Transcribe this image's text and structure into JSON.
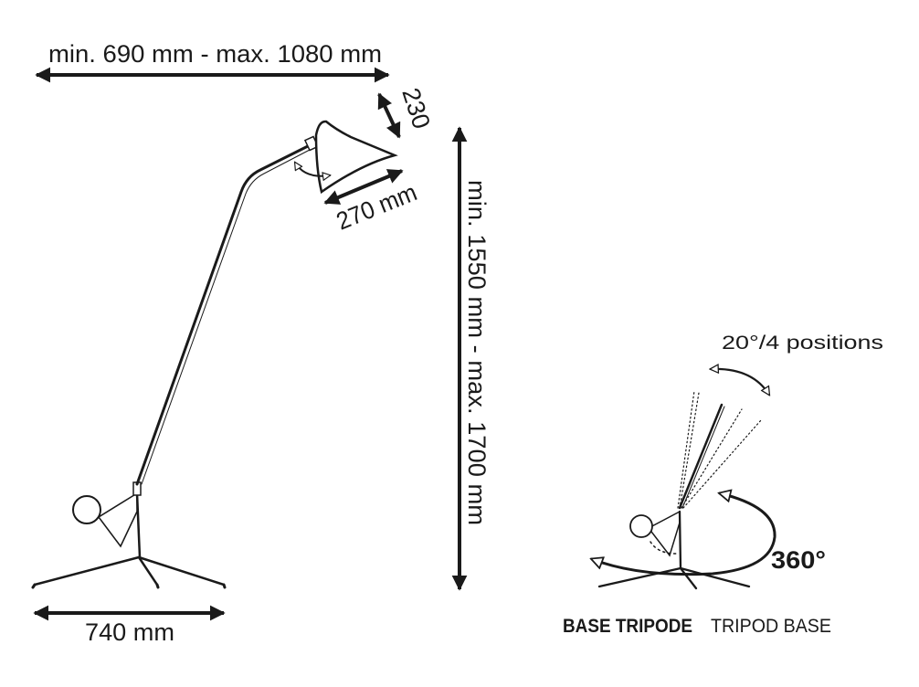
{
  "dimensions": {
    "reach": "min. 690 mm - max. 1080 mm",
    "shade_height": "230",
    "shade_width": "270 mm",
    "height": "min. 1550 mm - max. 1700 mm",
    "base_width": "740 mm"
  },
  "base_detail": {
    "tilt": "20°/4 positions",
    "rotation": "360°",
    "caption_bold": "BASE TRIPODE",
    "caption_regular": "TRIPOD BASE"
  },
  "colors": {
    "ink": "#1a1a1a",
    "background": "#ffffff"
  }
}
